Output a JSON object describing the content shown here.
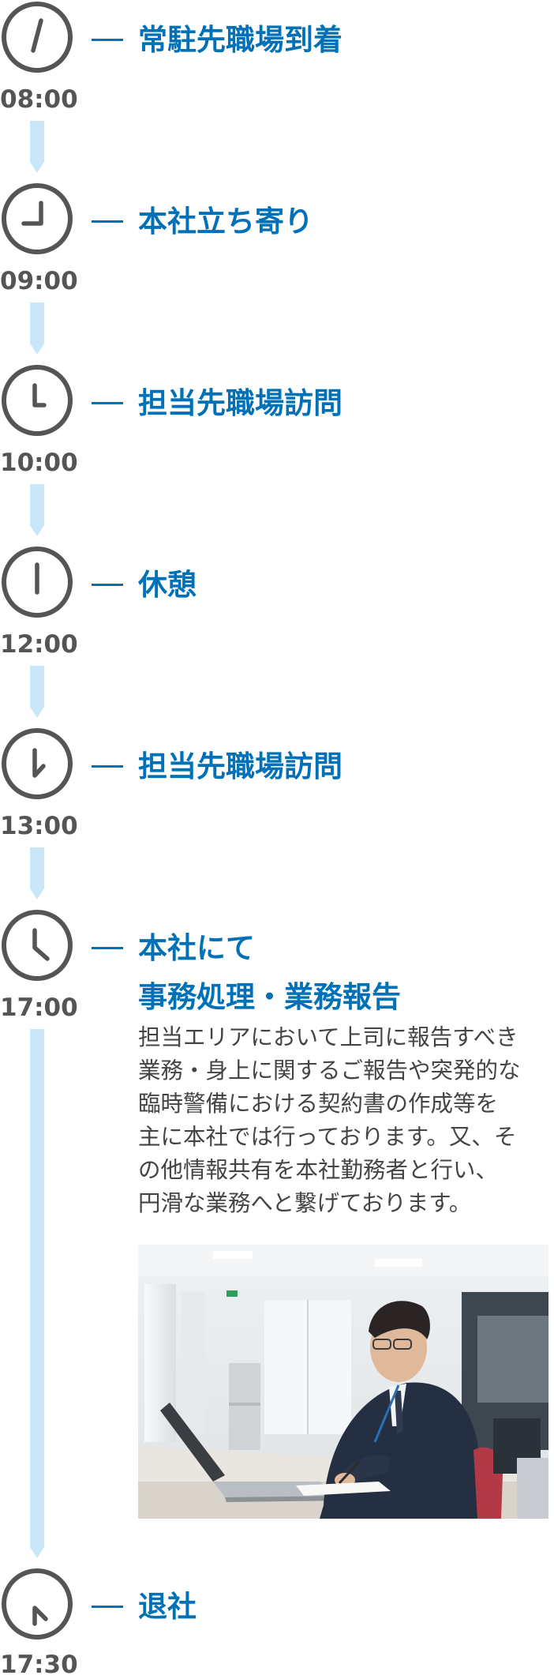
{
  "theme": {
    "accent": "#0071b7",
    "connector": "#c9e7f6",
    "clock_stroke": "#555555",
    "text": "#444444"
  },
  "schedule": [
    {
      "time": "08:00",
      "title": "常駐先職場到着",
      "icon": "clock-icon"
    },
    {
      "time": "09:00",
      "title": "本社立ち寄り",
      "icon": "clock-icon"
    },
    {
      "time": "10:00",
      "title": "担当先職場訪問",
      "icon": "clock-icon"
    },
    {
      "time": "12:00",
      "title": "休憩",
      "icon": "clock-icon"
    },
    {
      "time": "13:00",
      "title": "担当先職場訪問",
      "icon": "clock-icon"
    },
    {
      "time": "17:00",
      "title_lines": [
        "本社にて",
        "事務処理・業務報告"
      ],
      "description_lines": [
        "担当エリアにおいて上司に報告すべき",
        "業務・身上に関するご報告や突発的な",
        "臨時警備における契約書の作成等を",
        "主に本社では行っております。又、そ",
        "の他情報共有を本社勤務者と行い、",
        "円滑な業務へと繋げております。"
      ],
      "icon": "clock-icon",
      "photo": "office-worker-photo"
    },
    {
      "time": "17:30",
      "title": "退社",
      "icon": "clock-icon"
    }
  ]
}
